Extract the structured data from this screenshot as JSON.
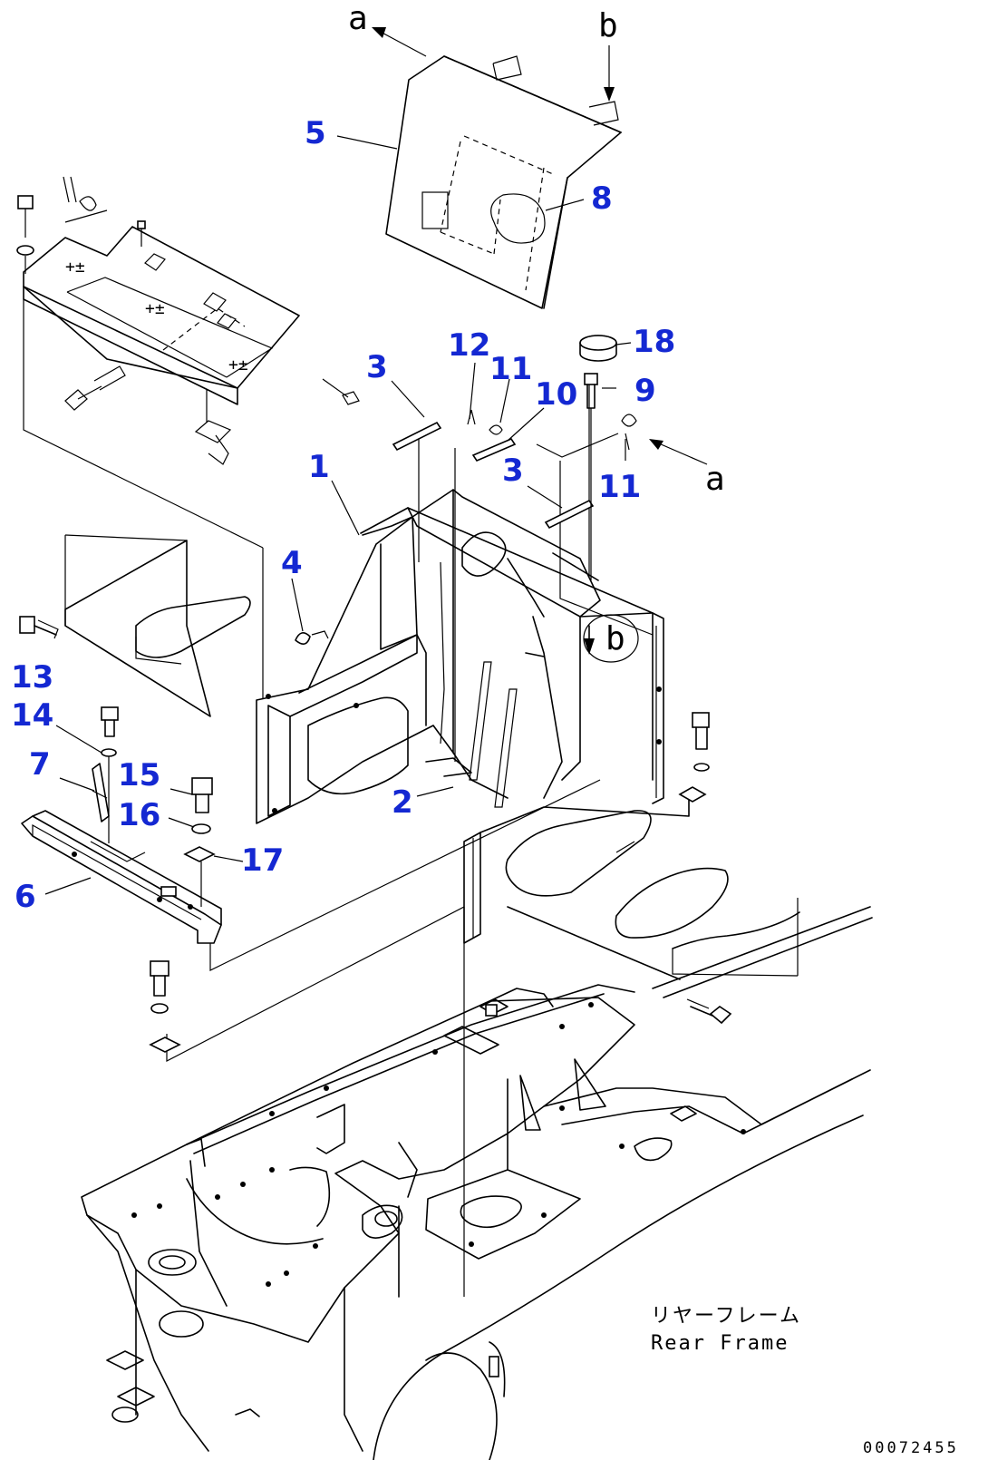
{
  "callouts": {
    "c1": "1",
    "c2": "2",
    "c3a": "3",
    "c3b": "3",
    "c4": "4",
    "c5": "5",
    "c6": "6",
    "c7": "7",
    "c8": "8",
    "c9": "9",
    "c10": "10",
    "c11a": "11",
    "c11b": "11",
    "c12": "12",
    "c13": "13",
    "c14": "14",
    "c15": "15",
    "c16": "16",
    "c17": "17",
    "c18": "18"
  },
  "view_markers": {
    "a_top": "a",
    "b_top": "b",
    "a_right": "a",
    "b_circle": "b"
  },
  "frame_label": {
    "japanese": "リヤーフレーム",
    "english": "Rear Frame"
  },
  "figure_code": "00072455",
  "colors": {
    "callout": "#1428d2",
    "linework": "#000000",
    "background": "#ffffff"
  }
}
